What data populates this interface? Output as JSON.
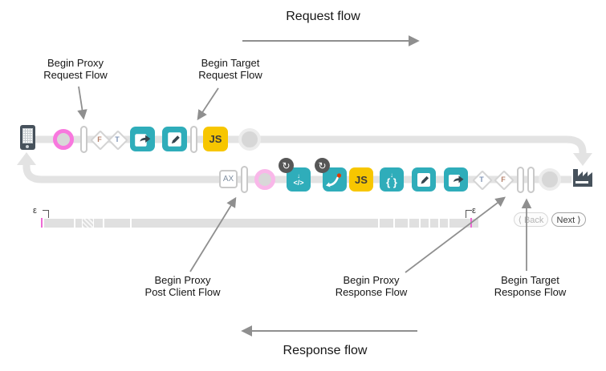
{
  "header": {
    "request_flow_label": "Request flow"
  },
  "footer": {
    "response_flow_label": "Response flow"
  },
  "annotations": {
    "proxy_request": {
      "line1": "Begin Proxy",
      "line2": "Request Flow"
    },
    "target_request": {
      "line1": "Begin Target",
      "line2": "Request Flow"
    },
    "post_client": {
      "line1": "Begin Proxy",
      "line2": "Post Client Flow"
    },
    "proxy_response": {
      "line1": "Begin Proxy",
      "line2": "Response Flow"
    },
    "target_response": {
      "line1": "Begin Target",
      "line2": "Response Flow"
    }
  },
  "request_row": {
    "condition_false": "F",
    "condition_true": "T",
    "js_label": "JS"
  },
  "response_row": {
    "ax_label": "AX",
    "loop_badge": "↻",
    "down_arrow": "↓",
    "code_label": "</>",
    "js_label": "JS",
    "braces_label": "{ }",
    "condition_true": "T",
    "condition_false": "F"
  },
  "timeline": {
    "epsilon_left": "ε",
    "epsilon_right": "ε"
  },
  "pager": {
    "back_label": "⟨ Back",
    "next_label": "Next ⟩"
  },
  "colors": {
    "teal": "#2fadba",
    "yellow": "#f7c600",
    "magenta": "#f878de",
    "pink": "#f9b7e9",
    "track": "#e3e3e3",
    "slate": "#47525c",
    "annotation_arrow": "#8f8f8f",
    "red_dot": "#e23b00"
  }
}
